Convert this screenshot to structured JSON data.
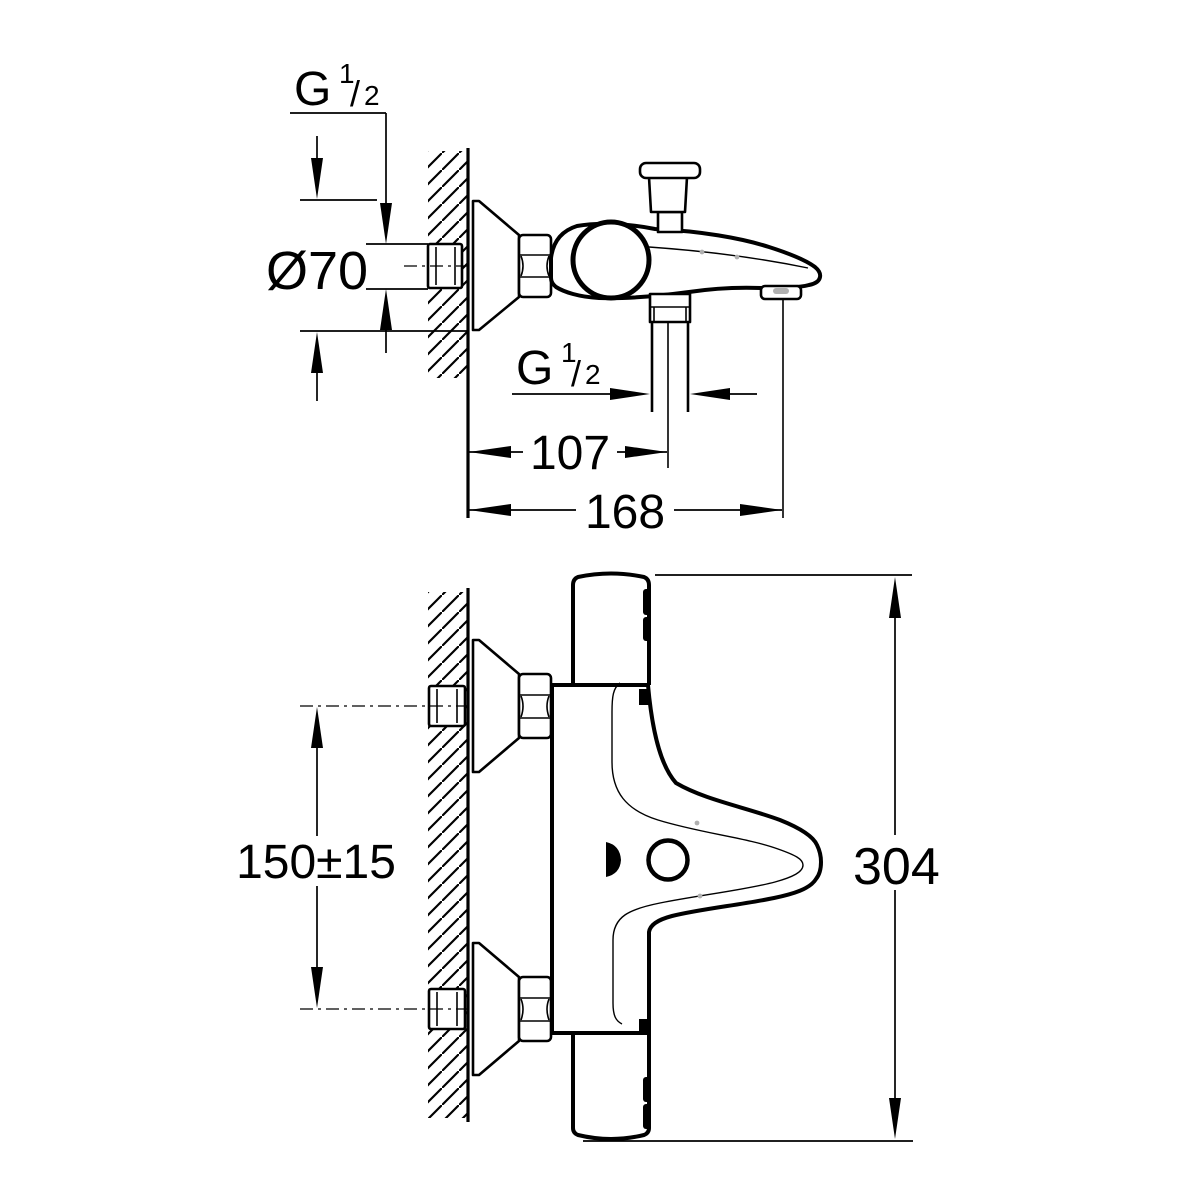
{
  "colors": {
    "line": "#000000",
    "background": "#ffffff",
    "muted_gray": "#b0b0b0"
  },
  "labels": {
    "wall_connection_thread": {
      "g": "G",
      "numerator": "1",
      "slash": "/",
      "denominator": "2"
    },
    "escutcheon_diameter": "Ø70",
    "shower_outlet_thread": {
      "g": "G",
      "numerator": "1",
      "slash": "/",
      "denominator": "2"
    },
    "wall_to_shower_outlet": "107",
    "wall_to_spout_outlet": "168",
    "inlet_center_distance": "150±15",
    "overall_height": "304"
  }
}
